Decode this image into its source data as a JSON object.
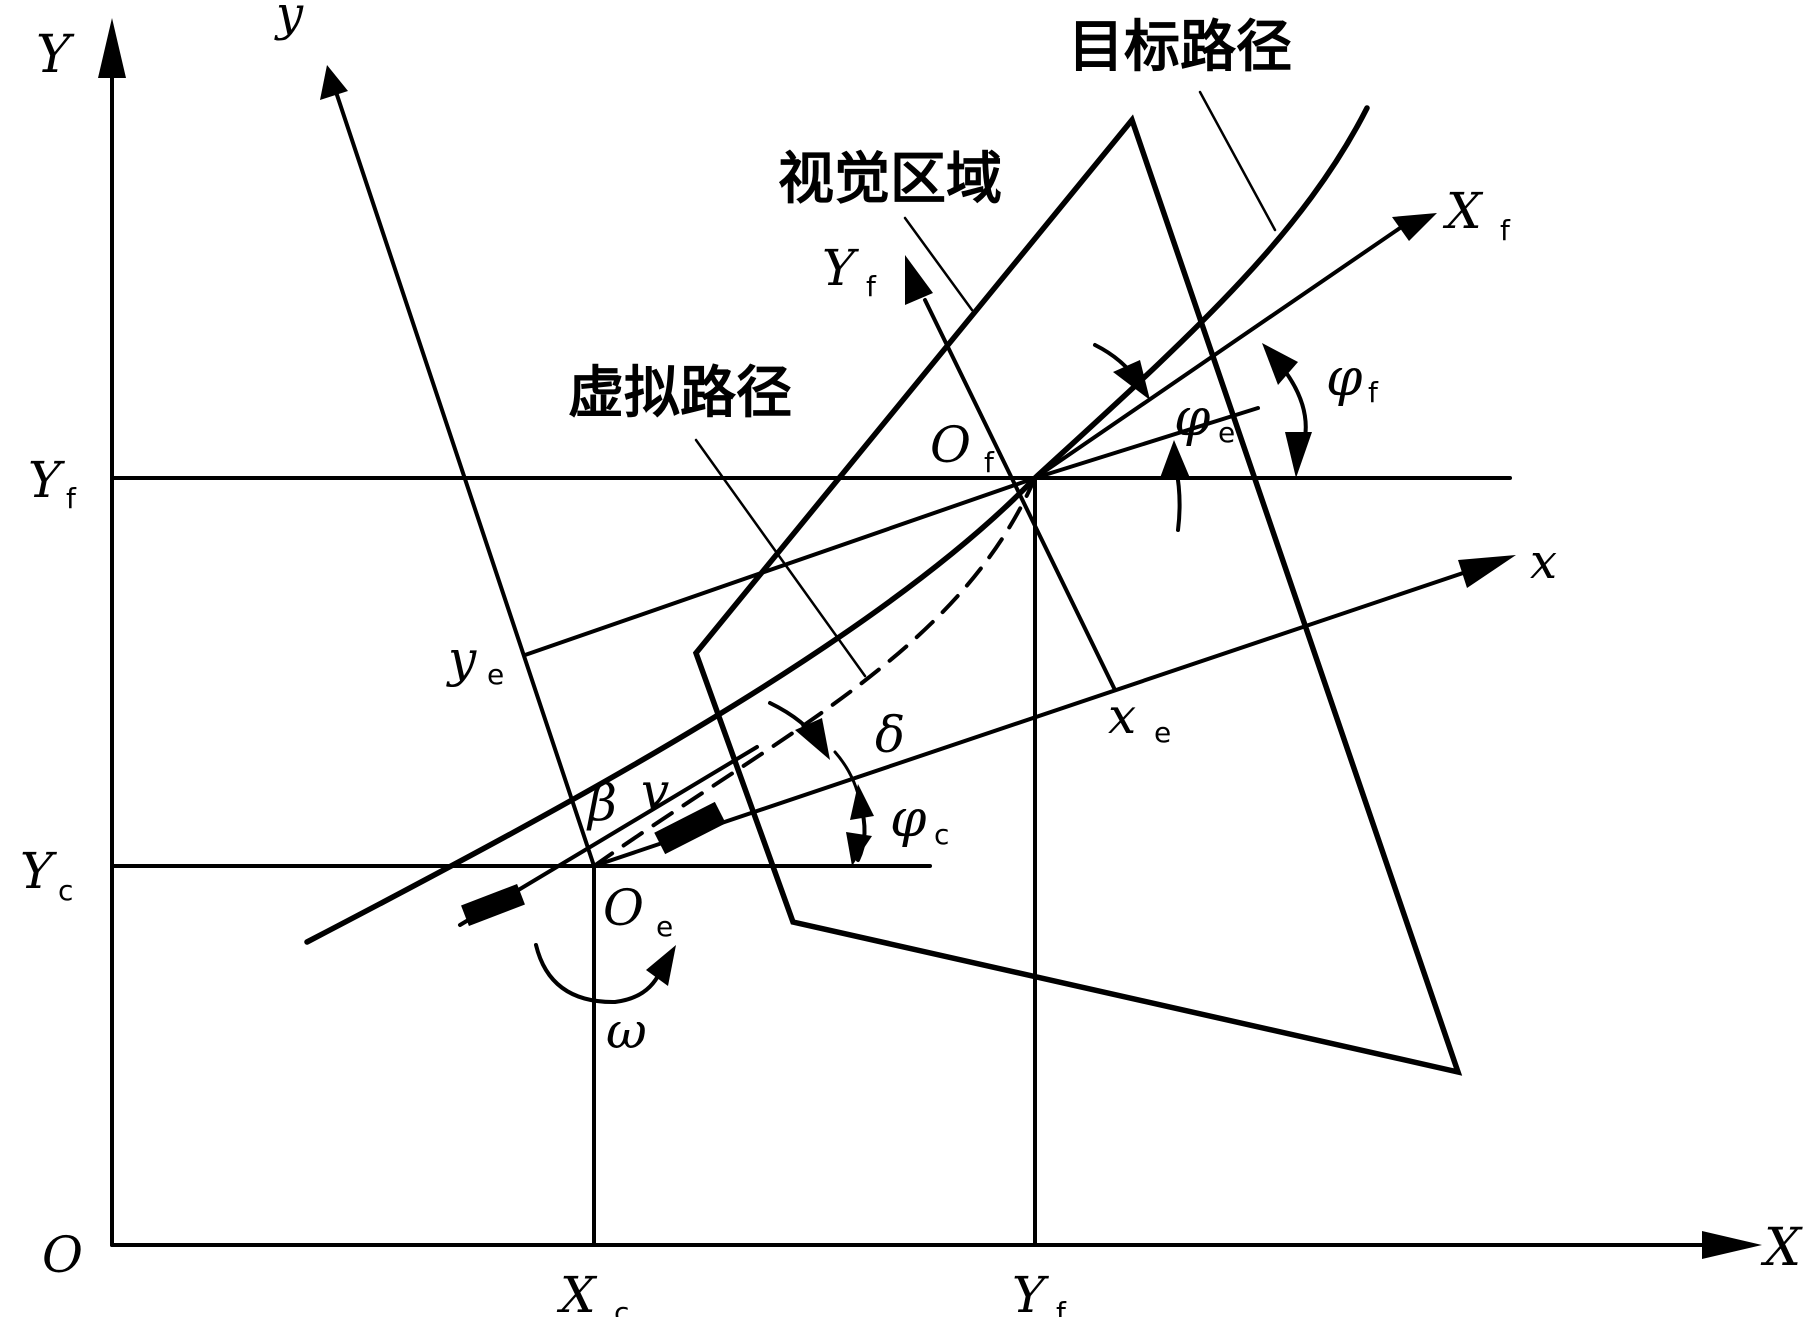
{
  "annotations": {
    "target_path": "目标路径",
    "visual_region": "视觉区域",
    "virtual_path": "虚拟路径"
  },
  "labels": {
    "origin": "O",
    "world_x": "X",
    "world_y": "Y",
    "Yf_left_main": "Y",
    "Yf_left_sub": "f",
    "Yc_left_main": "Y",
    "Yc_left_sub": "c",
    "Xc_bottom_main": "X",
    "Xc_bottom_sub": "c",
    "Yf_bottom_main": "Y",
    "Yf_bottom_sub": "f",
    "body_y": "y",
    "body_x": "x",
    "Xf_main": "X",
    "Xf_sub": "f",
    "Yf_axis_main": "Y",
    "Yf_axis_sub": "f",
    "Of_main": "O",
    "Of_sub": "f",
    "Oe_main": "O",
    "Oe_sub": "e",
    "ye_main": "y",
    "ye_sub": "e",
    "xe_main": "x",
    "xe_sub": "e",
    "phi_e_main": "φ",
    "phi_e_sub": "e",
    "phi_f_main": "φ",
    "phi_f_sub": "f",
    "phi_c_main": "φ",
    "phi_c_sub": "c",
    "delta": "δ",
    "beta": "β",
    "v": "v",
    "omega": "ω"
  }
}
